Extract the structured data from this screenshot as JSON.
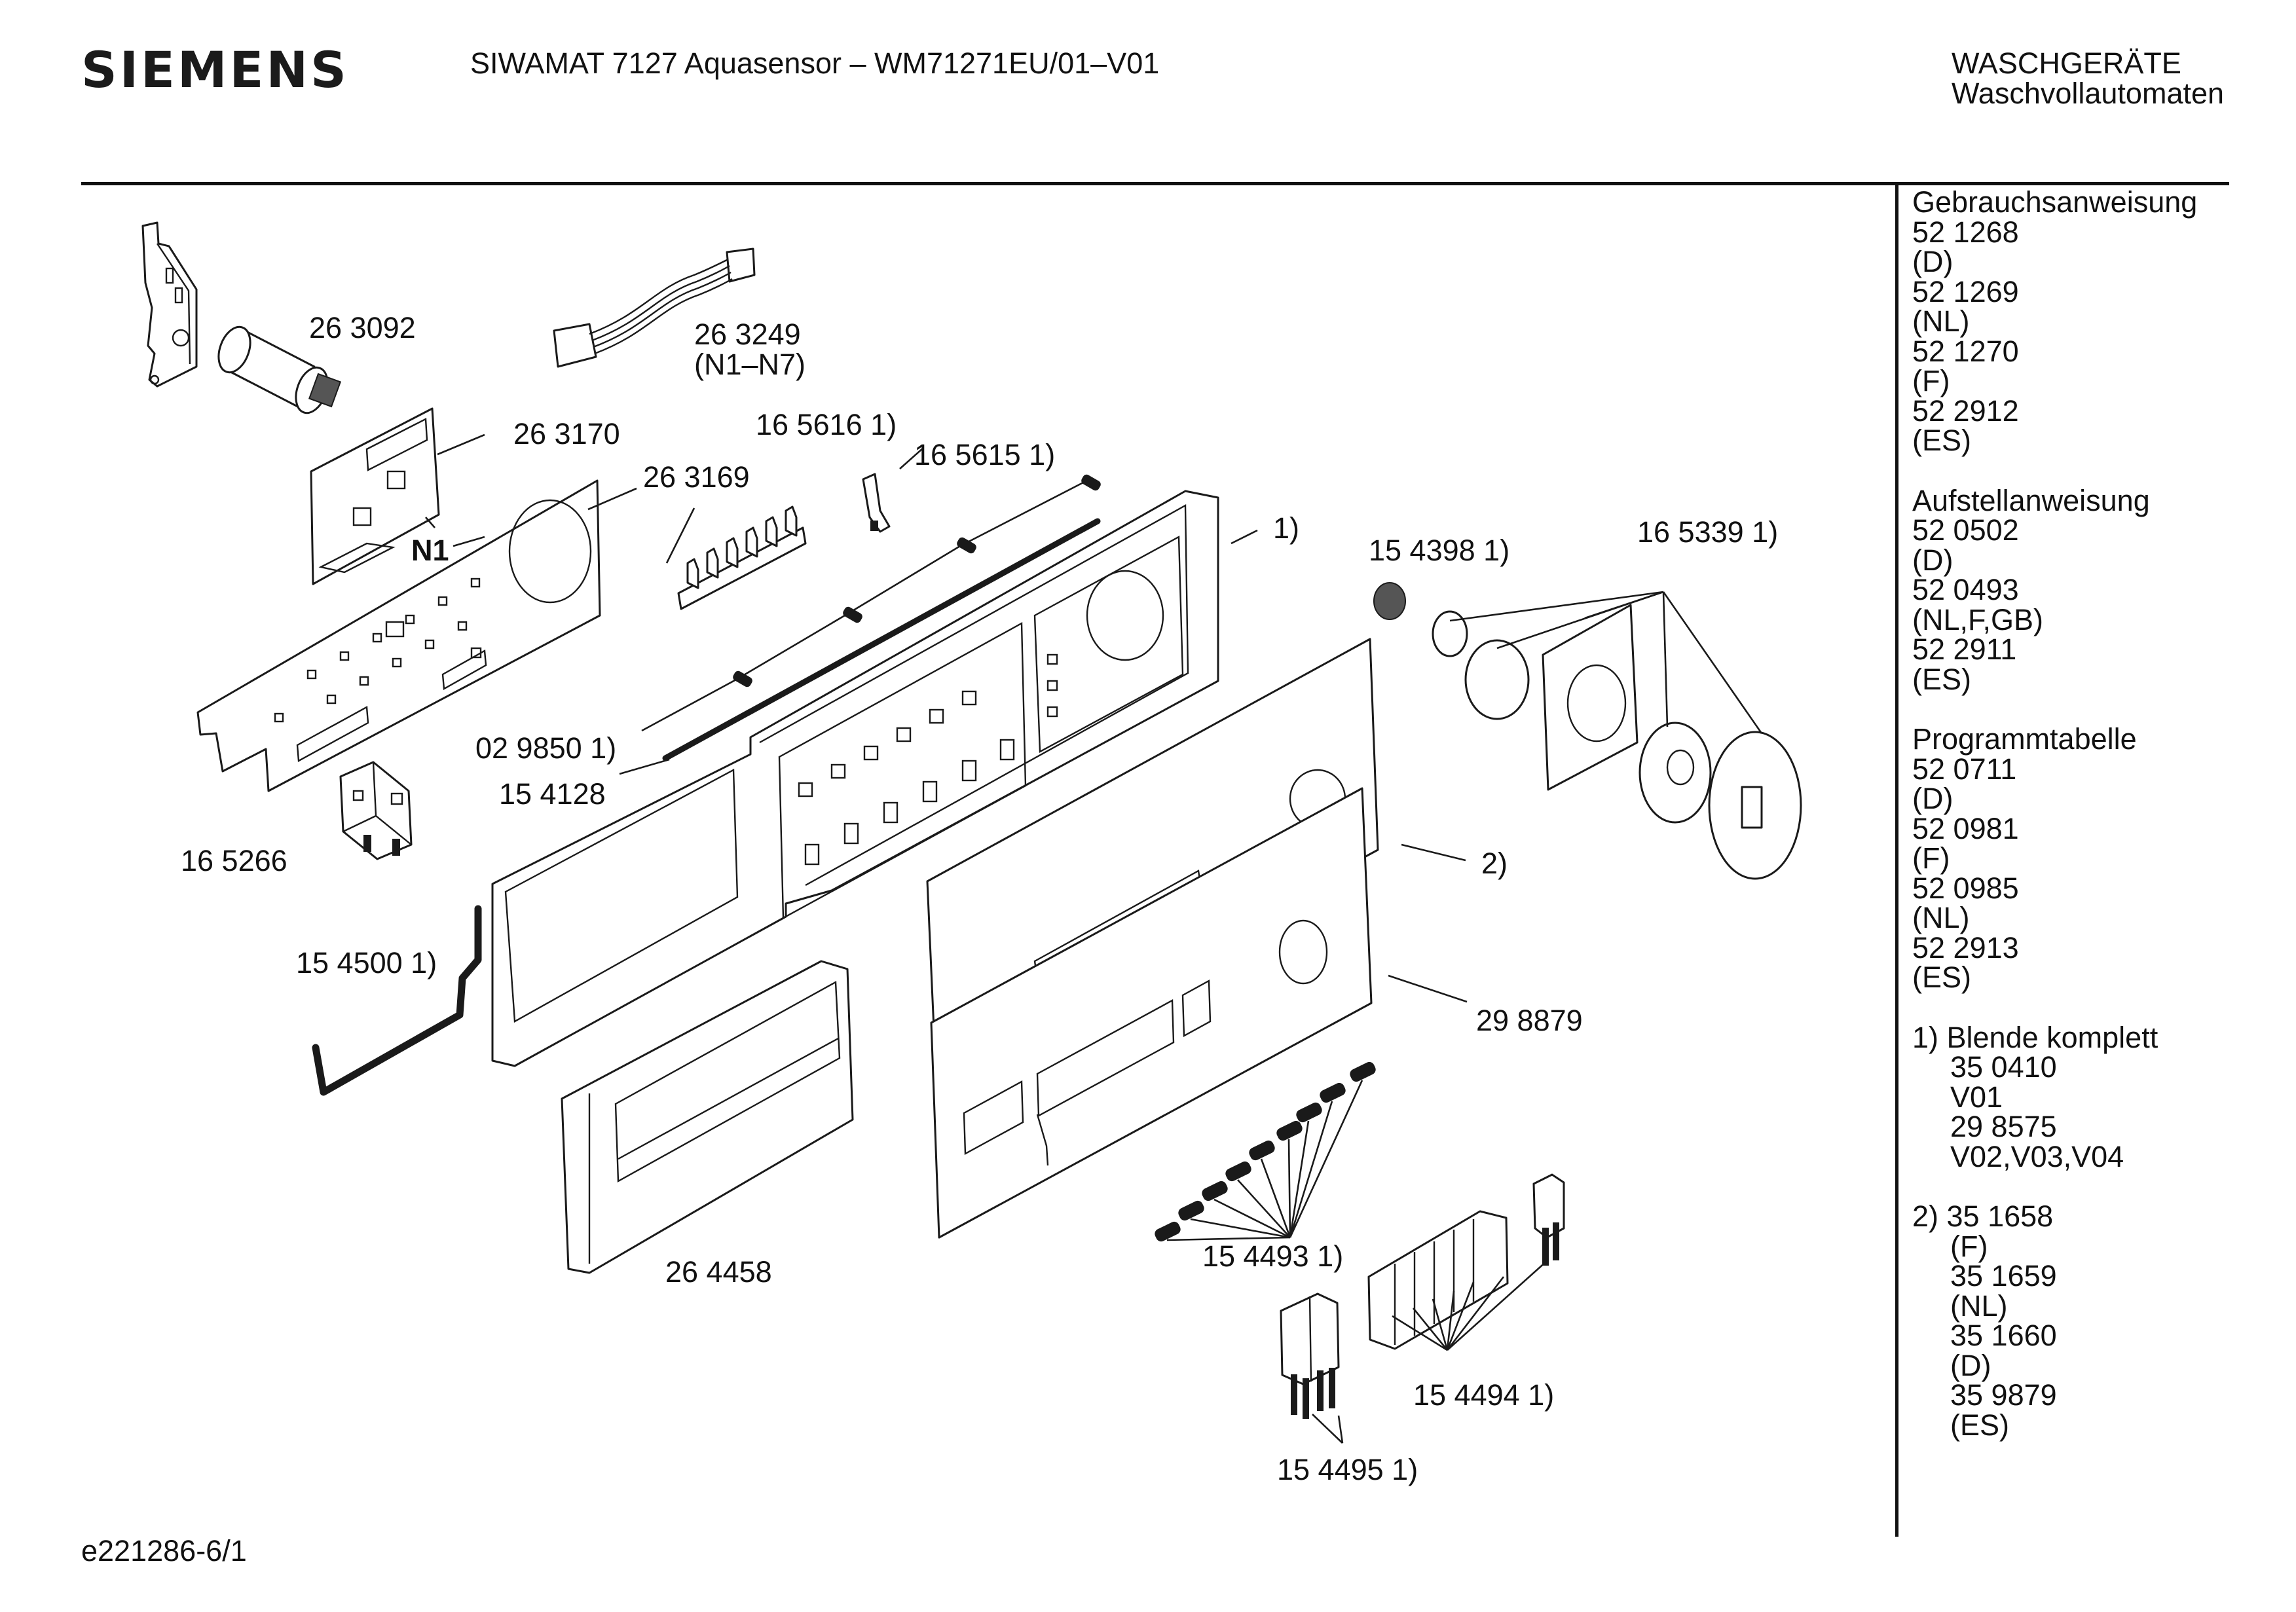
{
  "header": {
    "brand": "SIEMENS",
    "model_title": "SIWAMAT 7127 Aquasensor – WM71271EU/01–V01",
    "category_line1": "WASCHGERÄTE",
    "category_line2": "Waschvollautomaten"
  },
  "footer": {
    "drawing_id": "e221286-6/1"
  },
  "sidebar": {
    "sections": [
      {
        "lines": [
          "Gebrauchsanweisung",
          "52 1268",
          "(D)",
          "52 1269",
          "(NL)",
          "52 1270",
          "(F)",
          "52 2912",
          "(ES)"
        ]
      },
      {
        "lines": [
          "Aufstellanweisung",
          "52 0502",
          "(D)",
          "52 0493",
          "(NL,F,GB)",
          "52 2911",
          "(ES)"
        ]
      },
      {
        "lines": [
          "Programmtabelle",
          "52 0711",
          "(D)",
          "52 0981",
          "(F)",
          "52 0985",
          "(NL)",
          "52 2913",
          "(ES)"
        ]
      },
      {
        "lines": [
          "1) Blende komplett",
          "35 0410",
          "V01",
          "29 8575",
          "V02,V03,V04"
        ]
      },
      {
        "lines": [
          "2) 35 1658",
          "(F)",
          "35 1659",
          "(NL)",
          "35 1660",
          "(D)",
          "35 9879",
          "(ES)"
        ]
      }
    ]
  },
  "part_labels": {
    "p263092": "26 3092",
    "p263249": "26 3249",
    "p263249_sub": "(N1–N7)",
    "p263170": "26 3170",
    "p263169": "26 3169",
    "n1": "N1",
    "p165616": "16 5616 1)",
    "p165615": "16 5615 1)",
    "note1": "1)",
    "p154398": "15 4398 1)",
    "p165339": "16 5339 1)",
    "p029850": "02 9850 1)",
    "p154128": "15 4128",
    "p165266": "16 5266",
    "note2": "2)",
    "p154500": "15 4500 1)",
    "p298879": "29 8879",
    "p264458": "26 4458",
    "p154493": "15 4493 1)",
    "p154494": "15 4494 1)",
    "p154495": "15 4495 1)"
  },
  "icons": [
    "exploded-parts-drawing"
  ]
}
